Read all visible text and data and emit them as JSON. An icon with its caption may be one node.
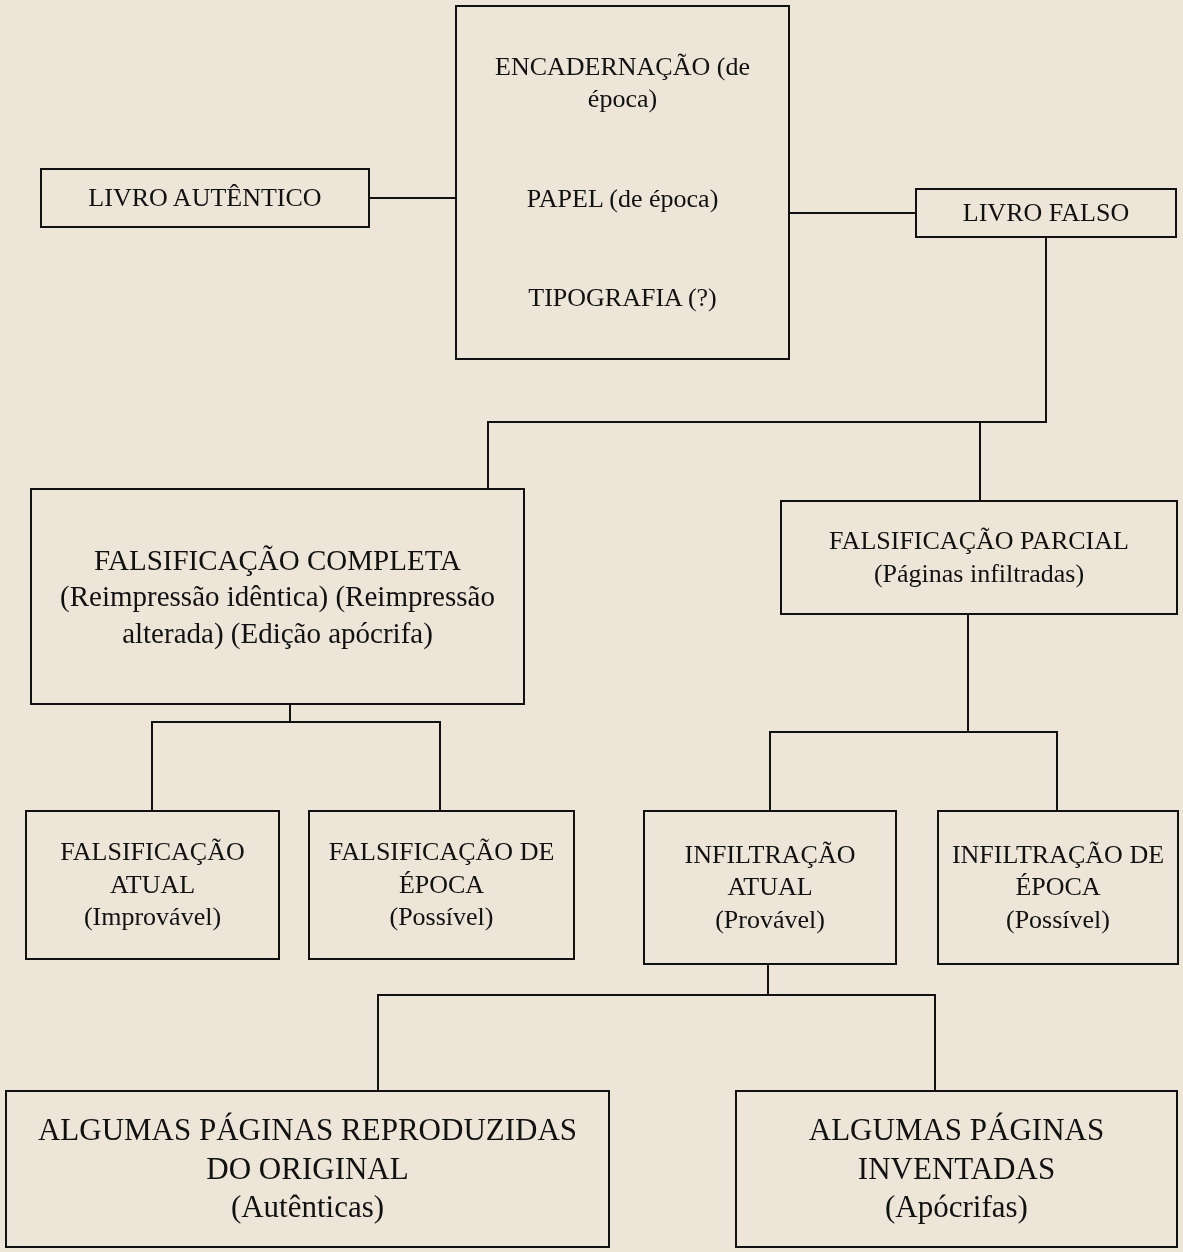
{
  "diagram": {
    "nodes": [
      {
        "text": [
          "LIVRO AUTÊNTICO"
        ]
      },
      {
        "text": [
          "ENCADERNAÇÃO (de época)",
          "PAPEL (de época)",
          "TIPOGRAFIA (?)"
        ]
      },
      {
        "text": [
          "LIVRO FALSO"
        ]
      },
      {
        "text": [
          "FALSIFICAÇÃO COMPLETA",
          "(Reimpressão idêntica) (Reimpressão alterada) (Edição apócrifa)"
        ]
      },
      {
        "text": [
          "FALSIFICAÇÃO PARCIAL",
          "(Páginas infiltradas)"
        ]
      },
      {
        "text": [
          "FALSIFICAÇÃO ATUAL",
          "(Improvável)"
        ]
      },
      {
        "text": [
          "FALSIFICAÇÃO DE ÉPOCA",
          "(Possível)"
        ]
      },
      {
        "text": [
          "INFILTRAÇÃO ATUAL",
          "(Provável)"
        ]
      },
      {
        "text": [
          "INFILTRAÇÃO DE ÉPOCA",
          "(Possível)"
        ]
      },
      {
        "text": [
          "ALGUMAS PÁGINAS REPRODUZIDAS DO ORIGINAL",
          "(Autênticas)"
        ]
      },
      {
        "text": [
          "ALGUMAS PÁGINAS INVENTADAS",
          "(Apócrifas)"
        ]
      }
    ],
    "edges": [
      {
        "from": 0,
        "to": 1,
        "arrow": "none"
      },
      {
        "from": 1,
        "to": 2,
        "arrow": "none"
      },
      {
        "from": 2,
        "to": 3,
        "arrow": "none"
      },
      {
        "from": 2,
        "to": 4,
        "arrow": "none"
      },
      {
        "from": 3,
        "to": 5,
        "arrow": "none"
      },
      {
        "from": 3,
        "to": 6,
        "arrow": "none"
      },
      {
        "from": 4,
        "to": 7,
        "arrow": "none"
      },
      {
        "from": 4,
        "to": 8,
        "arrow": "none"
      },
      {
        "from": 7,
        "to": 9,
        "arrow": "none"
      },
      {
        "from": 7,
        "to": 10,
        "arrow": "none"
      }
    ]
  }
}
